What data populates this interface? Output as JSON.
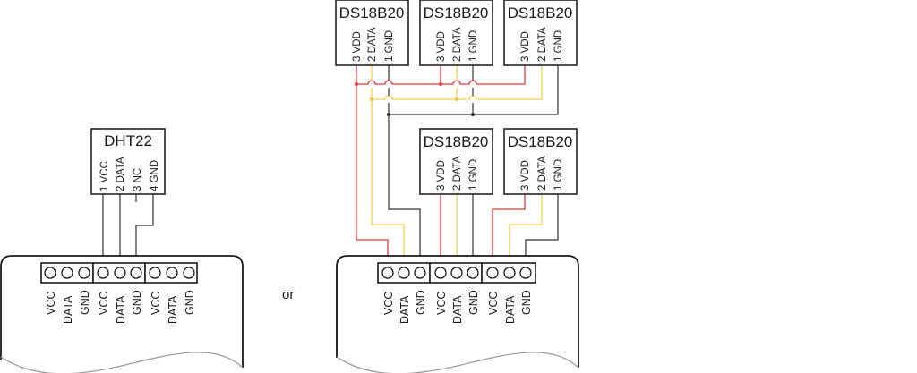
{
  "diagram": {
    "separator_text": "or",
    "colors": {
      "vdd_wire": "#e0393e",
      "data_wire": "#f2d34a",
      "gnd_wire": "#333333",
      "outline": "#1a1a1a"
    },
    "left_option": {
      "sensor": {
        "title": "DHT22",
        "pins": [
          "1 VCC",
          "2 DATA",
          "3 NC",
          "4 GND"
        ]
      },
      "board": {
        "header_groups": 3,
        "pin_labels": [
          "VCC",
          "DATA",
          "GND",
          "VCC",
          "DATA",
          "GND",
          "VCC",
          "DATA",
          "GND"
        ]
      }
    },
    "right_option": {
      "sensors": [
        {
          "title": "DS18B20",
          "pins": [
            "3 VDD",
            "2 DATA",
            "1 GND"
          ]
        },
        {
          "title": "DS18B20",
          "pins": [
            "3 VDD",
            "2 DATA",
            "1 GND"
          ]
        },
        {
          "title": "DS18B20",
          "pins": [
            "3 VDD",
            "2 DATA",
            "1 GND"
          ]
        },
        {
          "title": "DS18B20",
          "pins": [
            "3 VDD",
            "2 DATA",
            "1 GND"
          ]
        },
        {
          "title": "DS18B20",
          "pins": [
            "3 VDD",
            "2 DATA",
            "1 GND"
          ]
        }
      ],
      "board": {
        "header_groups": 3,
        "pin_labels": [
          "VCC",
          "DATA",
          "GND",
          "VCC",
          "DATA",
          "GND",
          "VCC",
          "DATA",
          "GND"
        ]
      }
    }
  }
}
